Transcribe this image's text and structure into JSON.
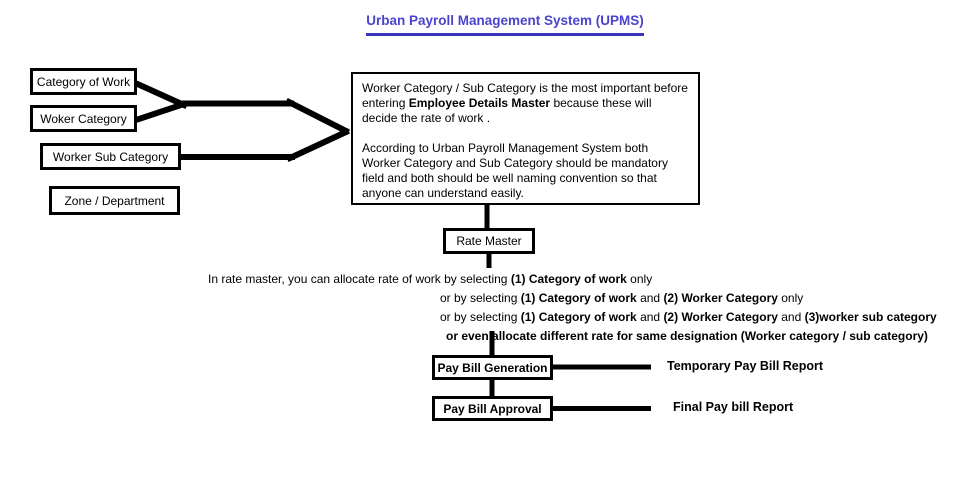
{
  "title": "Urban Payroll Management System (UPMS)",
  "colors": {
    "title_text": "#4a43cf",
    "title_underline": "#3a34bd"
  },
  "left_boxes": [
    {
      "label": "Category of Work"
    },
    {
      "label": "Woker Category"
    },
    {
      "label": "Worker Sub Category"
    },
    {
      "label": "Zone / Department"
    }
  ],
  "info_box": {
    "p1_pre": "Worker Category / Sub Category is the most important before entering ",
    "p1_bold": "Employee Details Master",
    "p1_post": " because these will decide the rate of work .",
    "p2": "According to Urban Payroll Management System both Worker Category and Sub Category should be mandatory field and both should be well naming convention so that anyone can understand easily."
  },
  "rate_master_label": "Rate Master",
  "rate_lines": {
    "line1": {
      "pre": "In rate master, you can allocate rate of work by selecting ",
      "b1": "(1) Category of work",
      "post": " only"
    },
    "line2": {
      "pre": "or by selecting ",
      "b1": "(1) Category of work",
      "mid": " and ",
      "b2": "(2) Worker Category",
      "post": " only"
    },
    "line3": {
      "pre": "or by selecting ",
      "b1": "(1) Category of work",
      "mid1": " and ",
      "b2": "(2) Worker Category",
      "mid2": " and ",
      "b3": "(3)worker sub category"
    },
    "line4": {
      "bold": "or even allocate different rate for same designation (Worker category / sub category)"
    }
  },
  "flow_boxes": {
    "pay_bill_generation": "Pay Bill Generation",
    "pay_bill_approval": "Pay Bill Approval"
  },
  "reports": {
    "temporary": "Temporary Pay Bill Report",
    "final": "Final Pay bill Report"
  }
}
